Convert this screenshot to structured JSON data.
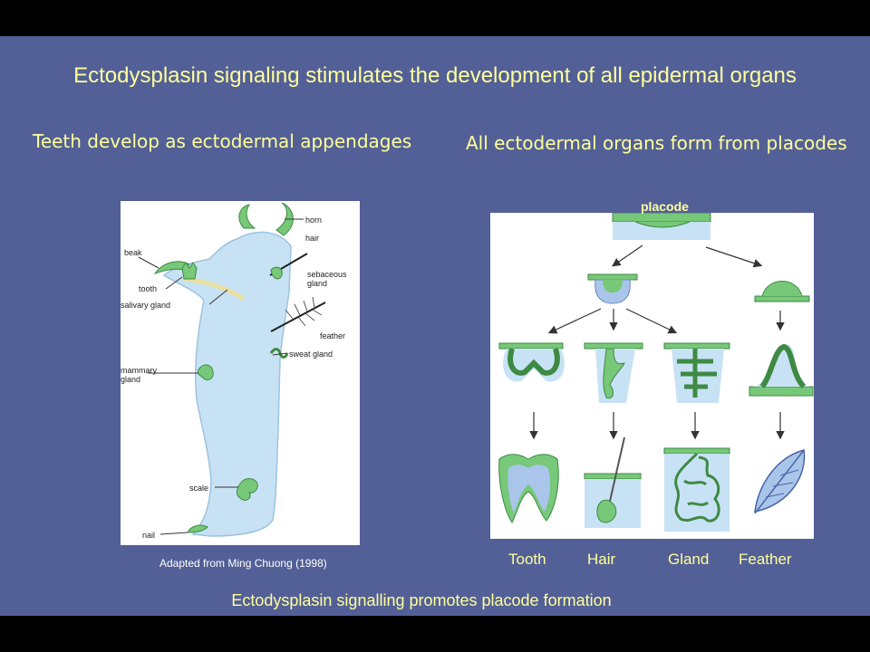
{
  "slide": {
    "title": "Ectodysplasin signaling stimulates the development of all epidermal organs",
    "left_subtitle": "Teeth develop as ectodermal appendages",
    "right_subtitle": "All ectodermal organs form from placodes",
    "credit": "Adapted from Ming Chuong (1998)",
    "footer": "Ectodysplasin signalling promotes placode formation"
  },
  "animal_diagram": {
    "labels": {
      "horn": "horn",
      "hair": "hair",
      "beak": "beak",
      "sebaceous": "sebaceous\ngland",
      "tooth": "tooth",
      "salivary": "salivary gland",
      "feather": "feather",
      "sweat": "sweat gland",
      "mammary": "mammary\ngland",
      "scale": "scale",
      "nail": "nail"
    }
  },
  "placode_diagram": {
    "placode_label": "placode",
    "organs": [
      "Tooth",
      "Hair",
      "Gland",
      "Feather"
    ]
  },
  "colors": {
    "slide_bg": "#536097",
    "text_yellow": "#ffff99",
    "organ_green": "#77c878",
    "tissue_blue": "#c8e2f5"
  }
}
